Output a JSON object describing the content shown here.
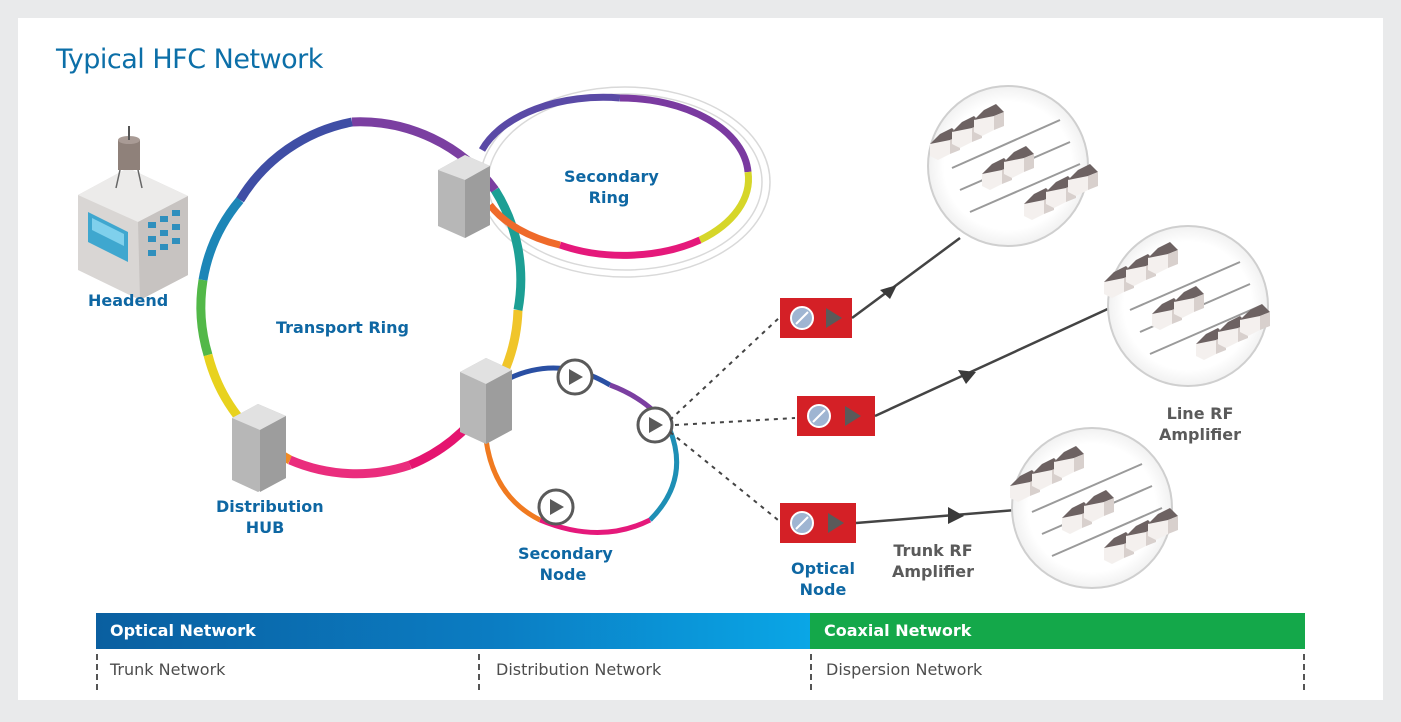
{
  "title": "Typical HFC Network",
  "labels": {
    "headend": "Headend",
    "transport_ring": "Transport Ring",
    "secondary_ring_1": "Secondary",
    "secondary_ring_2": "Ring",
    "distribution_hub_1": "Distribution",
    "distribution_hub_2": "HUB",
    "secondary_node_1": "Secondary",
    "secondary_node_2": "Node",
    "optical_node_1": "Optical",
    "optical_node_2": "Node",
    "trunk_rf_1": "Trunk RF",
    "trunk_rf_2": "Amplifier",
    "line_rf_1": "Line RF",
    "line_rf_2": "Amplifier"
  },
  "bands": {
    "optical": "Optical Network",
    "coaxial": "Coaxial Network"
  },
  "segments": {
    "trunk": "Trunk Network",
    "distribution": "Distribution Network",
    "dispersion": "Dispersion Network"
  },
  "colors": {
    "title": "#0c6fa8",
    "label_blue": "#0e67a3",
    "optical_band_start": "#0a5fa0",
    "optical_band_end": "#0aa6e6",
    "coaxial_band": "#14a84a",
    "node_red": "#d42026"
  }
}
